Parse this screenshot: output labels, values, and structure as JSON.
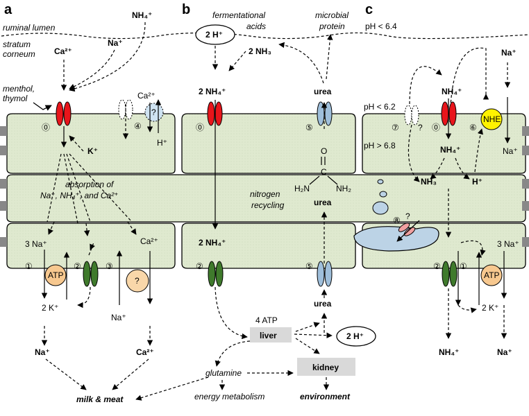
{
  "panels": {
    "a": "a",
    "b": "b",
    "c": "c"
  },
  "top": {
    "ruminal_lumen": "ruminal lumen",
    "stratum_corneum_1": "stratum",
    "stratum_corneum_2": "corneum",
    "fermentational_1": "fermentational",
    "fermentational_2": "acids",
    "microbial_1": "microbial",
    "microbial_2": "protein",
    "ph_top": "pH < 6.4"
  },
  "panel_a": {
    "nh4_top": "NH₄⁺",
    "ca_top": "Ca²⁺",
    "na_top": "Na⁺",
    "menthol_1": "menthol,",
    "menthol_2": "thymol",
    "k": "K⁺",
    "ca_channel": "Ca²⁺",
    "h": "H⁺",
    "question": "?",
    "absorption_1": "absorption of",
    "absorption_2": "Na⁺, NH₄⁺, and Ca²⁺",
    "na3": "3 Na⁺",
    "ca_bas": "Ca²⁺",
    "atp": "ATP",
    "question2": "?",
    "k2": "2 K⁺",
    "na_bas": "Na⁺",
    "na_out": "Na⁺",
    "ca_out": "Ca²⁺",
    "milk_meat": "milk & meat",
    "circle0": "⓪",
    "circle4": "④",
    "circle1": "①",
    "circle2": "②",
    "circle3": "③"
  },
  "panel_b": {
    "h2": "2 H⁺",
    "nh3": "2 NH₃",
    "nh4_apical": "2 NH₄⁺",
    "urea_apical": "urea",
    "o": "O",
    "c": "C",
    "h2n": "H₂N",
    "nh2": "NH₂",
    "urea_mid": "urea",
    "nitrogen_1": "nitrogen",
    "nitrogen_2": "recycling",
    "nh4_basal": "2 NH₄⁺",
    "urea_basal": "urea",
    "atp4": "4 ATP",
    "liver": "liver",
    "h2_right": "2 H⁺",
    "glutamine": "glutamine",
    "kidney": "kidney",
    "energy": "energy metabolism",
    "environment": "environment",
    "circle0": "⓪",
    "circle5": "⑤",
    "circle2": "②",
    "circle5b": "⑤"
  },
  "panel_c": {
    "nh4_top": "NH₄⁺",
    "na_top": "Na⁺",
    "ph_62": "pH < 6.2",
    "nhe": "NHE",
    "na_in": "Na⁺",
    "q7": "?",
    "ph_68": "pH > 6.8",
    "nh4_mid": "NH₄⁺",
    "nh3": "NH₃",
    "h": "H⁺",
    "q8": "?",
    "na3": "3 Na⁺",
    "atp": "ATP",
    "k2": "2 K⁺",
    "nh4_out": "NH₄⁺",
    "na_out": "Na⁺",
    "circle7": "⑦",
    "circle0": "⓪",
    "circle6": "⑥",
    "circle8": "⑧",
    "circle2": "②",
    "circle1": "①"
  },
  "colors": {
    "cell_fill": "#dfe9cf",
    "red_channel": "#e8151b",
    "green_channel": "#3f7a2c",
    "blue_channel": "#9fbfdb",
    "atp_fill": "#f7c88f",
    "nhe_fill": "#fff200",
    "box_fill": "#d9d9d9",
    "pink_channel": "#f0a0a0",
    "vacuole": "#bcd3e6"
  }
}
